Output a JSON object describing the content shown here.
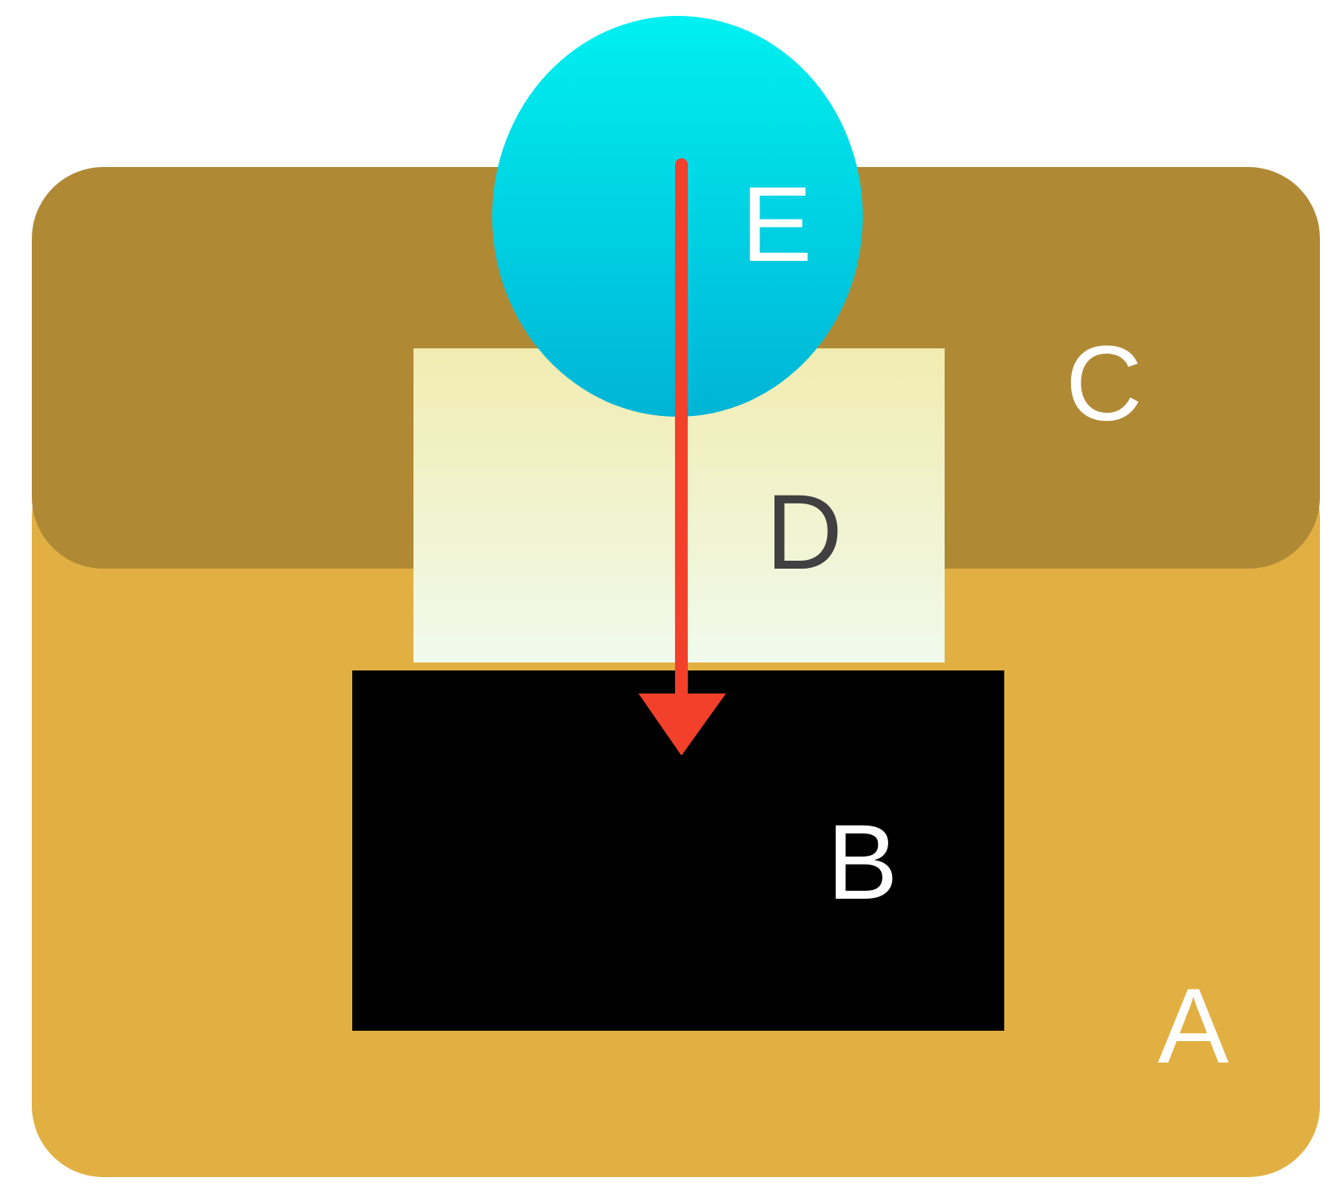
{
  "diagram": {
    "labels": {
      "a": "A",
      "b": "B",
      "c": "C",
      "d": "D",
      "e": "E"
    },
    "colors": {
      "background": "#ffffff",
      "layer_a": "#e2b042",
      "layer_c": "#b08935",
      "block_b": "#000000",
      "block_d_top": "#f1ecb0",
      "block_d_bottom": "#f1faec",
      "sphere_e_top": "#00f0f0",
      "sphere_e_bottom": "#00b4d6",
      "arrow": "#f2402a",
      "label_light": "#ffffff",
      "label_dark": "#404040"
    },
    "connections": [
      {
        "from": "E",
        "to": "B",
        "style": "arrow"
      }
    ]
  }
}
